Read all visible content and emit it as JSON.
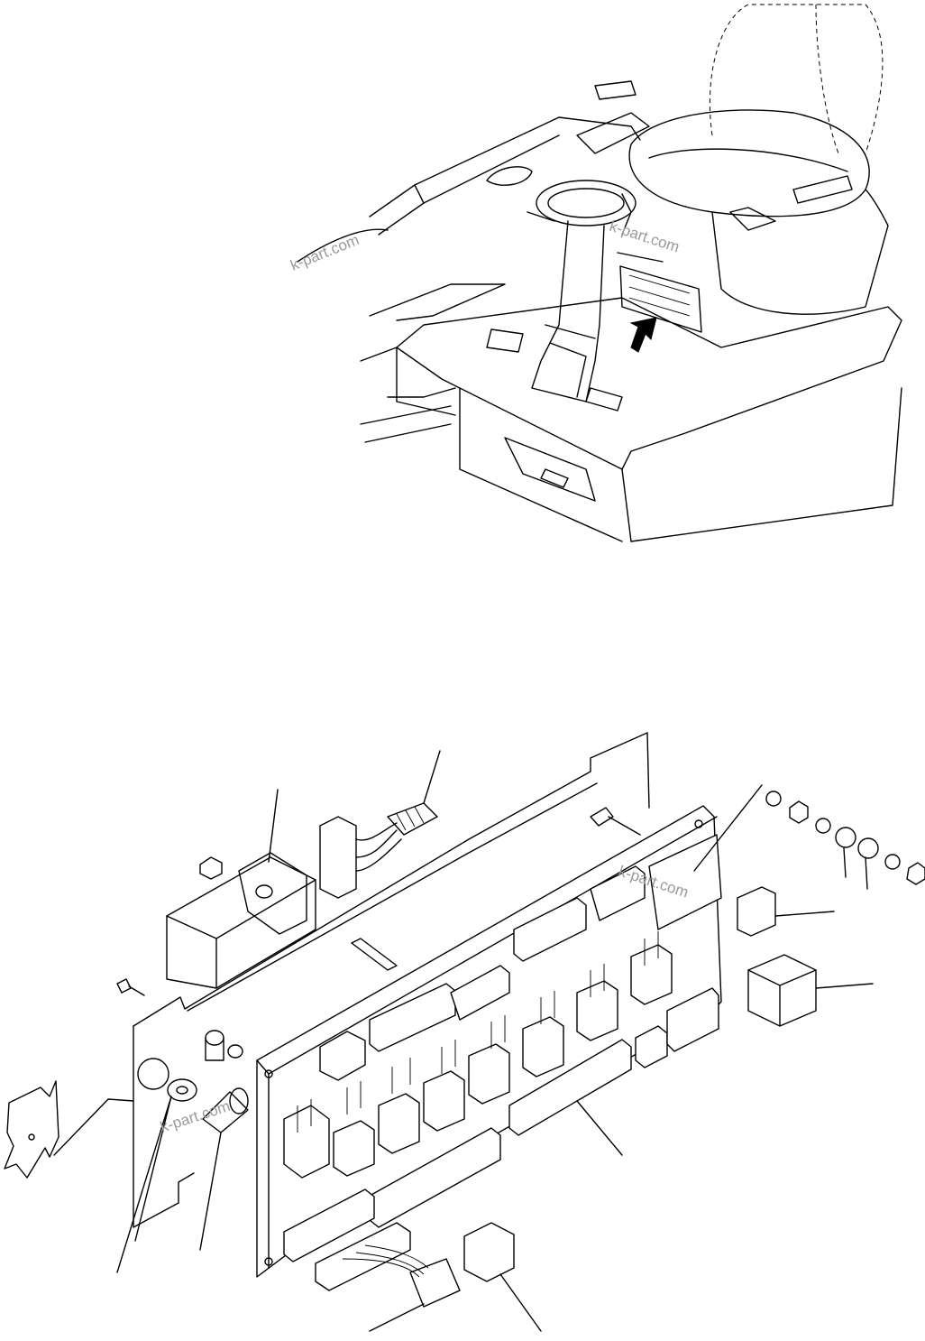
{
  "watermarks": {
    "top_left": "k-part.com",
    "top_right": "k-part.com",
    "mid": "k-part.com",
    "bottom": "k-part.com"
  },
  "locator_arrow": "arrow-icon"
}
